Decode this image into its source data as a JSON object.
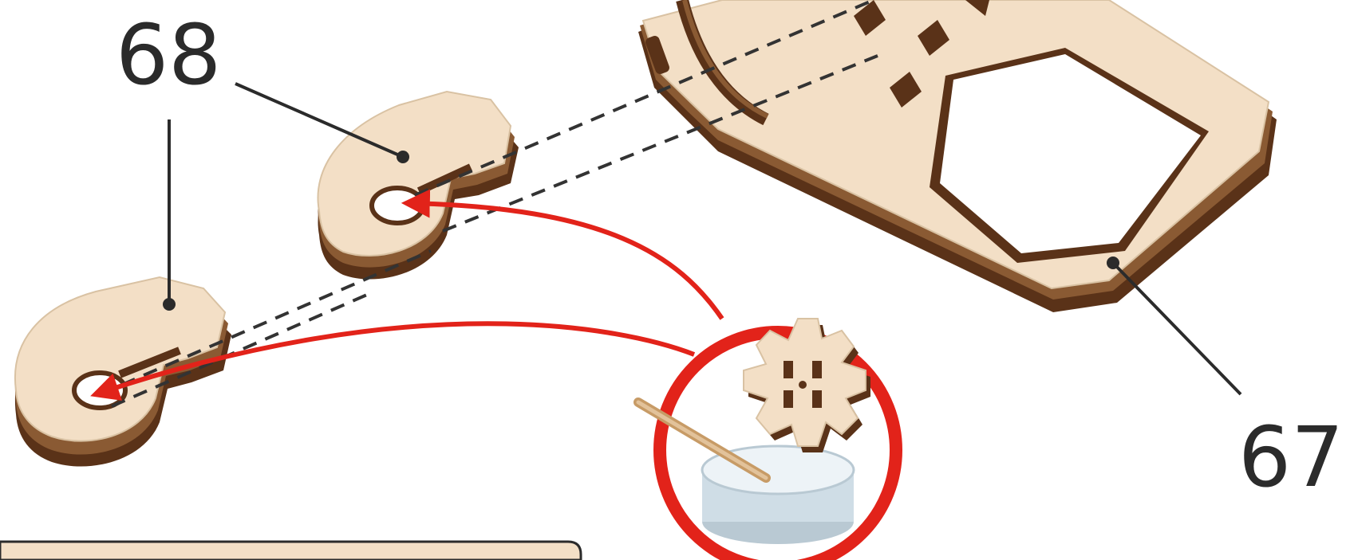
{
  "diagram": {
    "callouts": [
      {
        "id": "part-68",
        "label": "68"
      },
      {
        "id": "part-67",
        "label": "67"
      }
    ],
    "colors": {
      "wood_face": "#f3dfc6",
      "wood_face_shade": "#ead2b3",
      "wood_edge_dark": "#5a3218",
      "wood_edge_mid": "#8a5a33",
      "arrow": "#e2231a",
      "leader_line": "#2b2b2b",
      "dashed_guide": "#333333",
      "glue_pot": "#d7e3ea"
    },
    "icons": [
      "glue-pot-icon",
      "applicator-stick-icon",
      "gear-icon"
    ]
  }
}
